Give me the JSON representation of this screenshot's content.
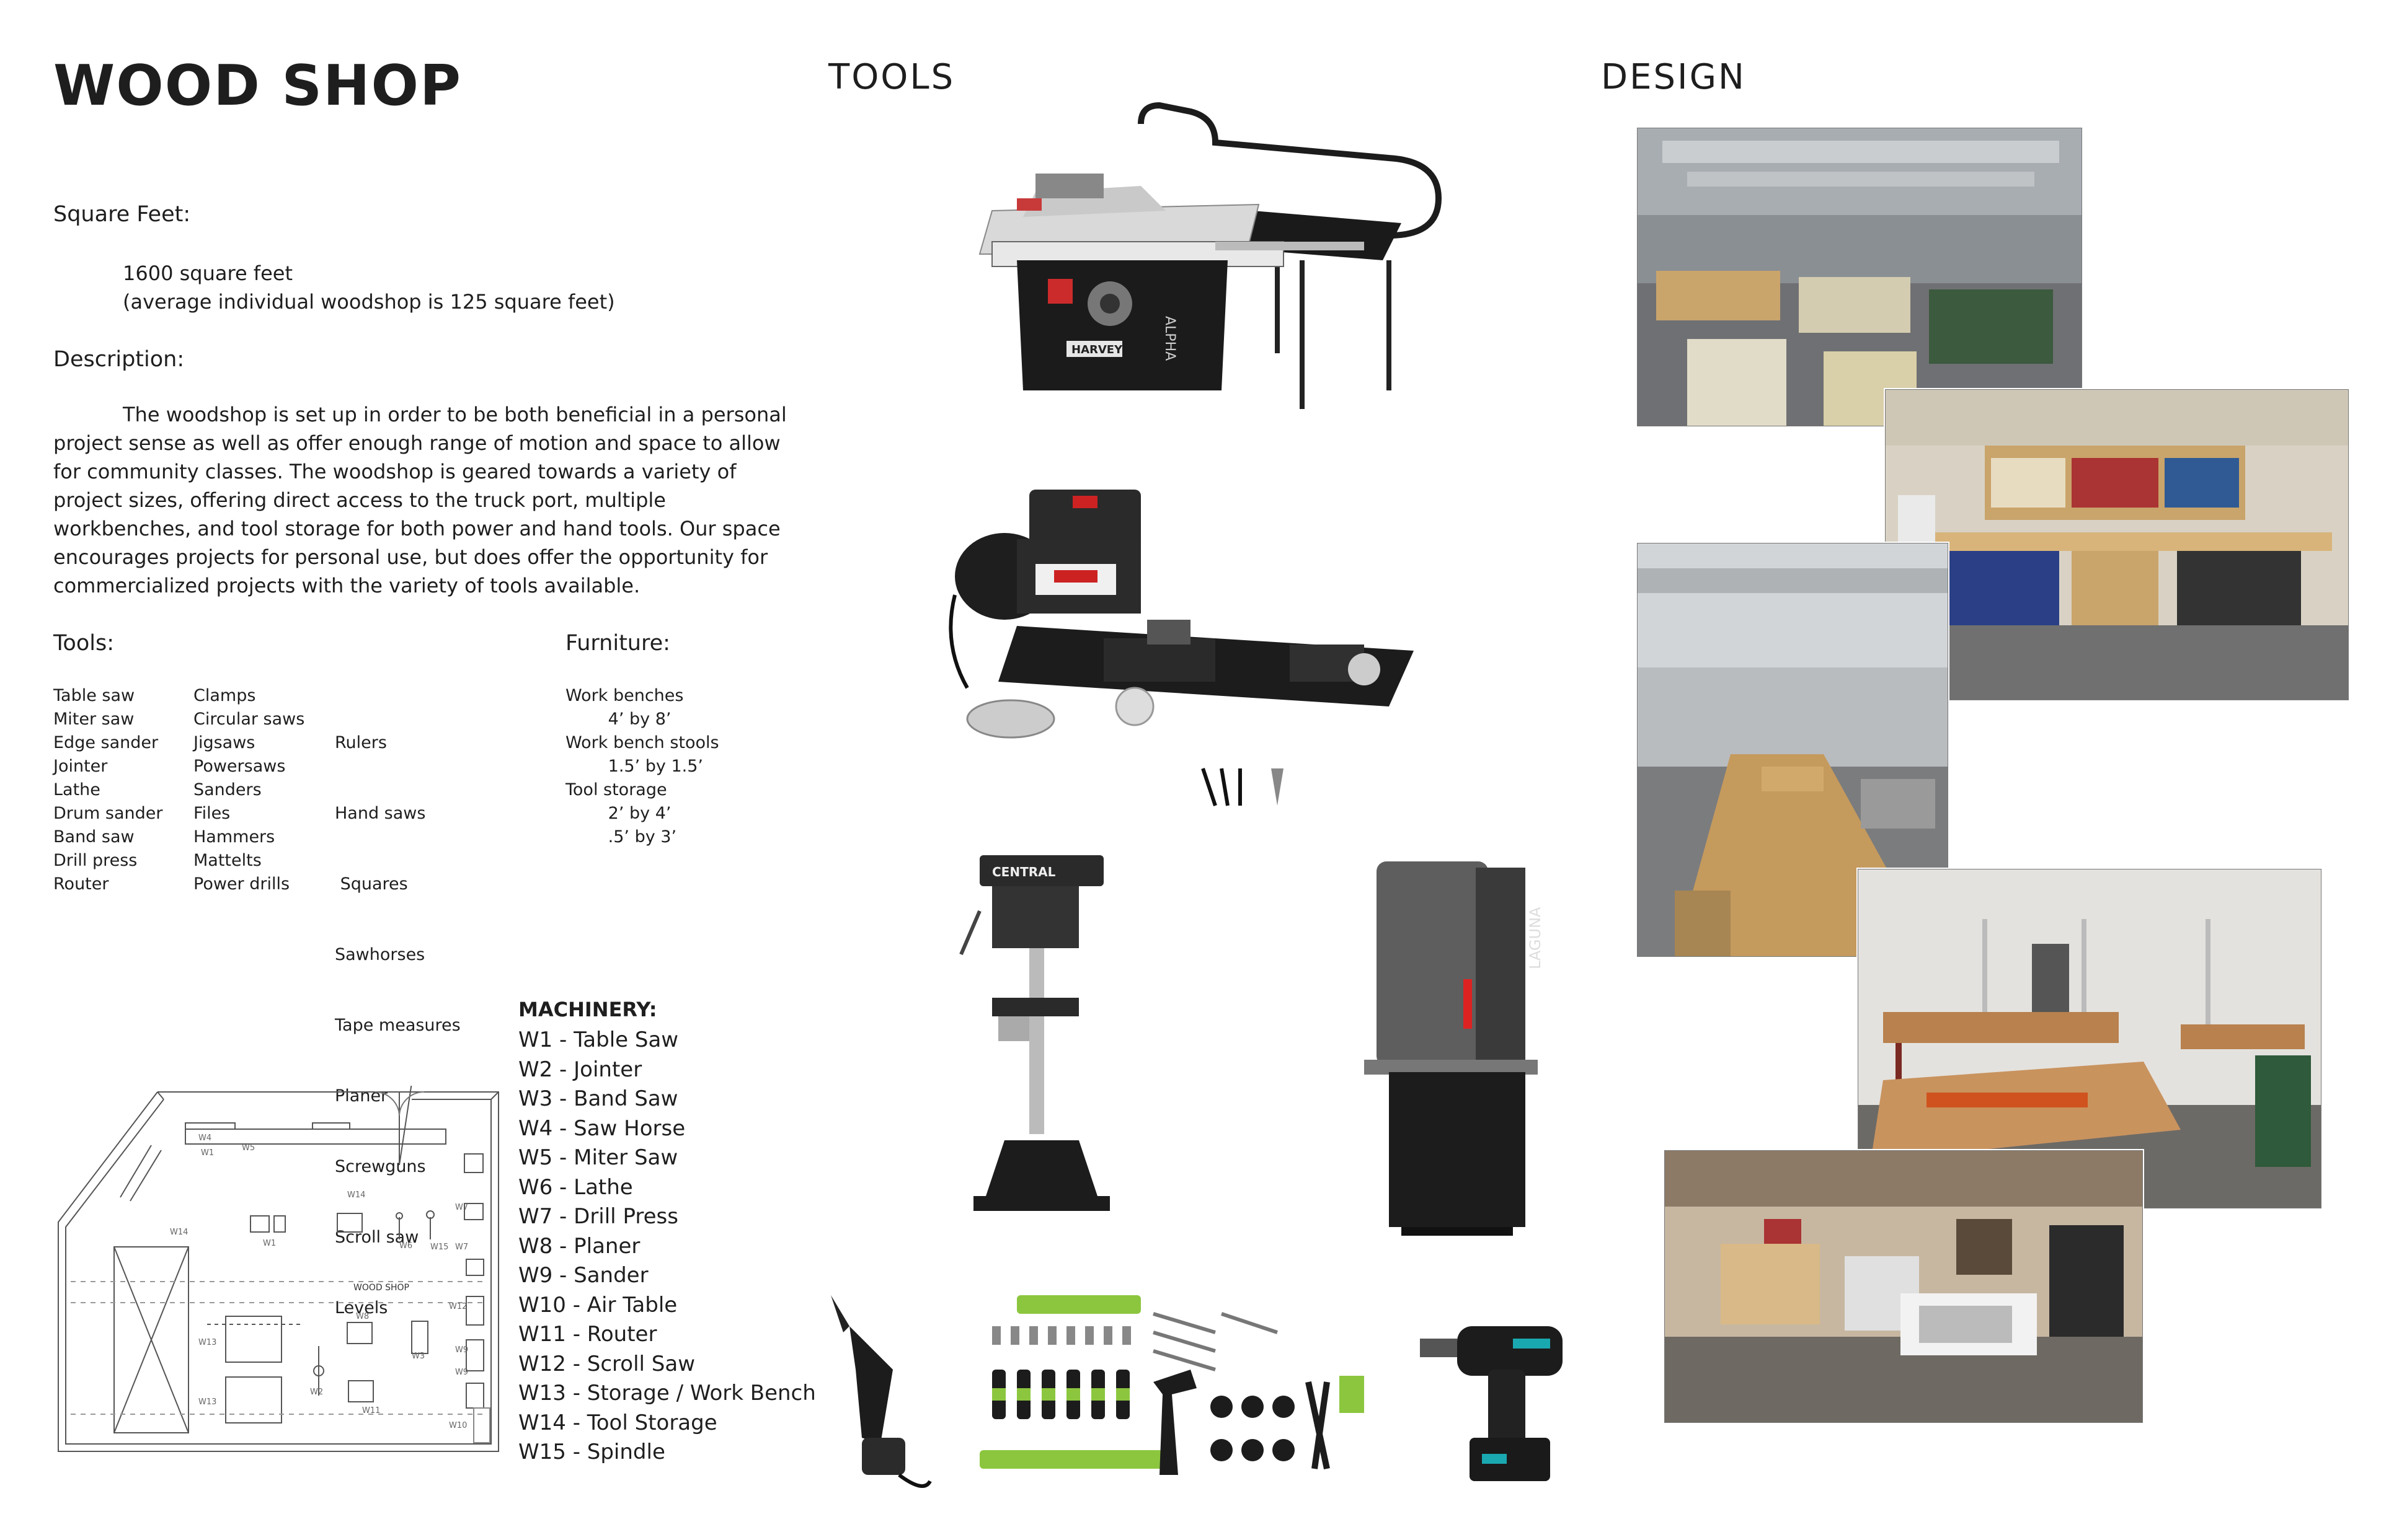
{
  "header": {
    "title": "WOOD SHOP",
    "tools_heading": "TOOLS",
    "design_heading": "DESIGN"
  },
  "square_feet": {
    "label": "Square Feet:",
    "value": "1600 square feet",
    "note": "(average individual woodshop is 125 square feet)"
  },
  "description": {
    "label": "Description:",
    "text": "The woodshop is set up in order to be both beneficial in a personal project sense as well as offer enough range of motion and space to allow for community classes. The woodshop is geared towards a variety of project sizes, offering direct access to the truck port, multiple workbenches, and tool storage for both power and hand tools. Our space encourages projects for personal use, but does offer the opportunity for commercialized projects with the variety of tools available."
  },
  "tools": {
    "label": "Tools:",
    "col1": [
      "Table saw",
      "Miter saw",
      "Edge sander",
      "Jointer",
      "Lathe",
      "Drum sander",
      "Band saw",
      "Drill press",
      "Router"
    ],
    "col2": [
      "Clamps",
      "Circular saws",
      "Jigsaws",
      "Powersaws",
      "Sanders",
      "Files",
      "Hammers",
      "Mattelts",
      "Power drills"
    ],
    "col3": [
      "Rulers",
      "Hand saws",
      " Squares",
      "Sawhorses",
      "Tape measures",
      "Planer",
      "Screwguns",
      "Scroll saw",
      "Levels"
    ]
  },
  "furniture": {
    "label": "Furniture:",
    "items": [
      "Work benches",
      "        4’ by 8’",
      "Work bench stools",
      "        1.5’ by 1.5’",
      "Tool storage",
      "        2’ by 4’",
      "        .5’ by 3’"
    ]
  },
  "machinery": {
    "label": "MACHINERY:",
    "items": [
      "W1 - Table Saw",
      "W2 - Jointer",
      "W3 - Band Saw",
      "W4 - Saw Horse",
      "W5 - Miter Saw",
      "W6 - Lathe",
      "W7 - Drill Press",
      "W8 - Planer",
      "W9 - Sander",
      "W10 - Air Table",
      "W11 - Router",
      "W12 - Scroll Saw",
      "W13 - Storage / Work Bench",
      "W14 - Tool Storage",
      "W15 - Spindle"
    ]
  },
  "floorplan": {
    "room_label": "WOOD SHOP",
    "tags": [
      "W1",
      "W1",
      "W2",
      "W3",
      "W4",
      "W5",
      "W6",
      "W7",
      "W7",
      "W8",
      "W9",
      "W9",
      "W10",
      "W11",
      "W12",
      "W13",
      "W13",
      "W14",
      "W14",
      "W15"
    ]
  },
  "product_labels": {
    "table_saw_brand": "HARVEY",
    "table_saw_model": "ALPHA",
    "band_saw_brand": "LAGUNA",
    "drill_press_brand": "CENTRAL"
  },
  "colors": {
    "text": "#1e1e1e",
    "machine_black": "#1c1c1c",
    "tool_green": "#8cc63f",
    "wood": "#c9a46b",
    "concrete": "#8e8e8e",
    "line_drawing": "#555555"
  }
}
